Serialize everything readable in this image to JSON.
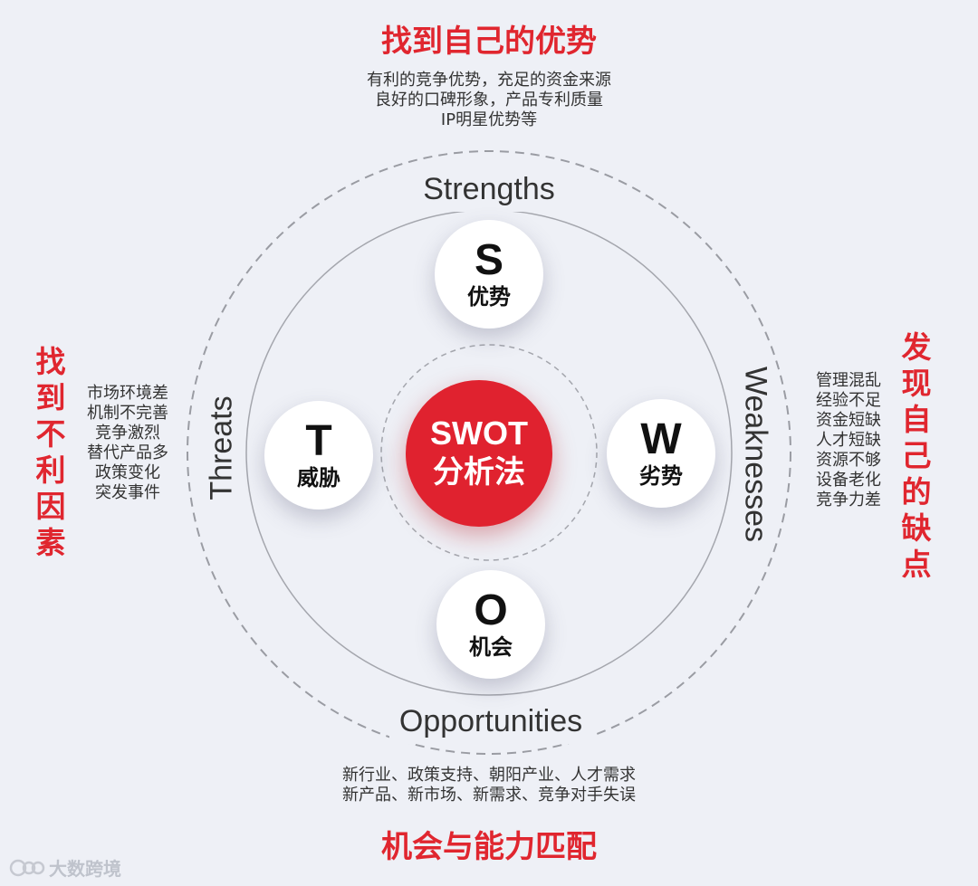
{
  "center": {
    "en": "SWOT",
    "cn": "分析法"
  },
  "top": {
    "title": "找到自己的优势",
    "lines": [
      "有利的竞争优势，充足的资金来源",
      "良好的口碑形象，产品专利质量",
      "IP明星优势等"
    ]
  },
  "bottom": {
    "title": "机会与能力匹配",
    "lines": [
      "新行业、政策支持、朝阳产业、人才需求",
      "新产品、新市场、新需求、竞争对手失误"
    ]
  },
  "left": {
    "title": "找到不利因素",
    "items": [
      "市场环境差",
      "机制不完善",
      "竞争激烈",
      "替代产品多",
      "政策变化",
      "突发事件"
    ]
  },
  "right": {
    "title": "发现自己的缺点",
    "items": [
      "管理混乱",
      "经验不足",
      "资金短缺",
      "人才短缺",
      "资源不够",
      "设备老化",
      "竞争力差"
    ]
  },
  "nodes": {
    "s": {
      "letter": "S",
      "cn": "优势",
      "en": "Strengths"
    },
    "w": {
      "letter": "W",
      "cn": "劣势",
      "en": "Weaknesses"
    },
    "o": {
      "letter": "O",
      "cn": "机会",
      "en": "Opportunities"
    },
    "t": {
      "letter": "T",
      "cn": "威胁",
      "en": "Threats"
    }
  },
  "watermark": "大数跨境",
  "colors": {
    "accent": "#e0222f",
    "background": "#eef0f6"
  }
}
